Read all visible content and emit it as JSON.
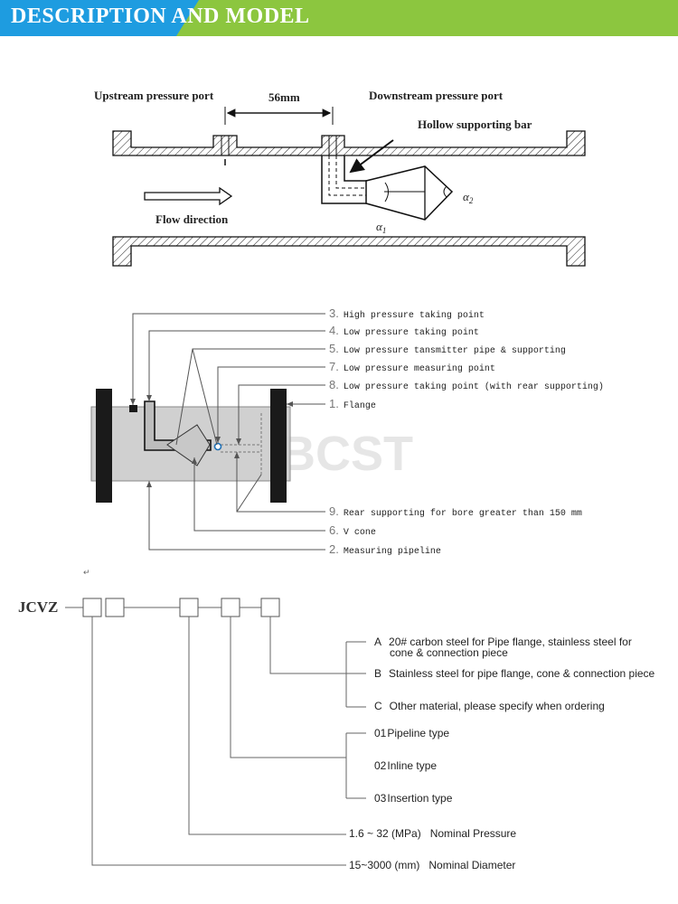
{
  "header": {
    "title": "DESCRIPTION AND MODEL"
  },
  "diagram1": {
    "upstream_label": "Upstream pressure port",
    "dimension_label": "56mm",
    "downstream_label": "Downstream pressure port",
    "support_label": "Hollow supporting bar",
    "flow_label": "Flow direction",
    "alpha1": "α",
    "alpha1_sub": "1",
    "alpha2": "α",
    "alpha2_sub": "2"
  },
  "diagram2": {
    "labels": [
      {
        "num": "3.",
        "text": "High pressure taking point"
      },
      {
        "num": "4.",
        "text": "Low pressure taking point"
      },
      {
        "num": "5.",
        "text": "Low pressure tansmitter pipe & supporting"
      },
      {
        "num": "7.",
        "text": "Low pressure measuring point"
      },
      {
        "num": "8.",
        "text": "Low pressure taking point (with rear supporting)"
      },
      {
        "num": "1.",
        "text": "Flange"
      },
      {
        "num": "9.",
        "text": "Rear supporting for bore greater than 150 mm"
      },
      {
        "num": "6.",
        "text": "V cone"
      },
      {
        "num": "2.",
        "text": "Measuring pipeline"
      }
    ],
    "watermark": "BCST"
  },
  "model": {
    "prefix": "JCVZ",
    "return_mark": "↵",
    "material": [
      {
        "code": "A",
        "line1": "20# carbon steel for Pipe flange, stainless steel for",
        "line2": "cone & connection piece"
      },
      {
        "code": "B",
        "line1": "Stainless steel for pipe flange, cone & connection piece"
      },
      {
        "code": "C",
        "line1": "Other material, please specify when ordering"
      }
    ],
    "type": [
      {
        "code": "01",
        "text": "Pipeline type"
      },
      {
        "code": "02",
        "text": "Inline type"
      },
      {
        "code": "03",
        "text": "Insertion type"
      }
    ],
    "pressure": {
      "range": "1.6 ~ 32 (MPa)",
      "name": "Nominal Pressure"
    },
    "diameter": {
      "range": "15~3000 (mm)",
      "name": "Nominal Diameter"
    }
  }
}
